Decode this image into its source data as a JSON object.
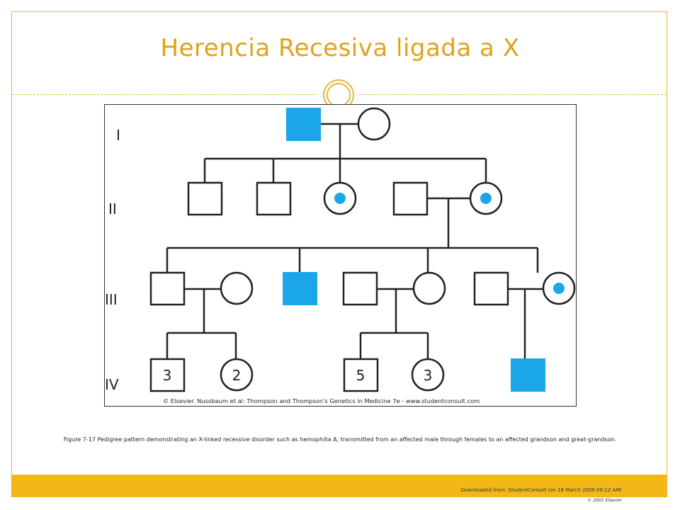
{
  "slide": {
    "title": "Herencia Recesiva ligada a X",
    "caption": "Figure 7-17 Pedigree pattern demonstrating an X-linked recessive disorder such as hemophilia A, transmitted from an affected male through females to an affected grandson and great-grandson.",
    "footer_source": "Downloaded from: StudentConsult (on 16 March 2009 09:12 AM)",
    "footer_copyright": "© 2005 Elsevier"
  },
  "colors": {
    "accent": "#e0a21a",
    "footer_bar": "#f2b818",
    "affected": "#1ba6ea",
    "line": "#222222"
  },
  "pedigree": {
    "generations": [
      "I",
      "II",
      "III",
      "IV"
    ],
    "individuals": [
      {
        "id": "I-1",
        "sex": "male",
        "status": "affected"
      },
      {
        "id": "I-2",
        "sex": "female",
        "status": "unaffected"
      },
      {
        "id": "II-1",
        "sex": "male",
        "status": "unaffected"
      },
      {
        "id": "II-2",
        "sex": "male",
        "status": "unaffected"
      },
      {
        "id": "II-3",
        "sex": "female",
        "status": "carrier"
      },
      {
        "id": "II-4",
        "sex": "male",
        "status": "unaffected"
      },
      {
        "id": "II-5",
        "sex": "female",
        "status": "carrier"
      },
      {
        "id": "III-1",
        "sex": "male",
        "status": "unaffected"
      },
      {
        "id": "III-2",
        "sex": "female",
        "status": "unaffected"
      },
      {
        "id": "III-3",
        "sex": "male",
        "status": "affected"
      },
      {
        "id": "III-4",
        "sex": "male",
        "status": "unaffected"
      },
      {
        "id": "III-5",
        "sex": "female",
        "status": "unaffected"
      },
      {
        "id": "III-6",
        "sex": "male",
        "status": "unaffected"
      },
      {
        "id": "III-7",
        "sex": "female",
        "status": "carrier"
      },
      {
        "id": "IV-1",
        "sex": "male",
        "status": "unaffected",
        "count": "3"
      },
      {
        "id": "IV-2",
        "sex": "female",
        "status": "unaffected",
        "count": "2"
      },
      {
        "id": "IV-3",
        "sex": "male",
        "status": "unaffected",
        "count": "5"
      },
      {
        "id": "IV-4",
        "sex": "female",
        "status": "unaffected",
        "count": "3"
      },
      {
        "id": "IV-5",
        "sex": "male",
        "status": "affected"
      }
    ],
    "credit": "© Elsevier. Nussbaum et al: Thompson and Thompson's Genetics in Medicine 7e - www.studentconsult.com"
  }
}
